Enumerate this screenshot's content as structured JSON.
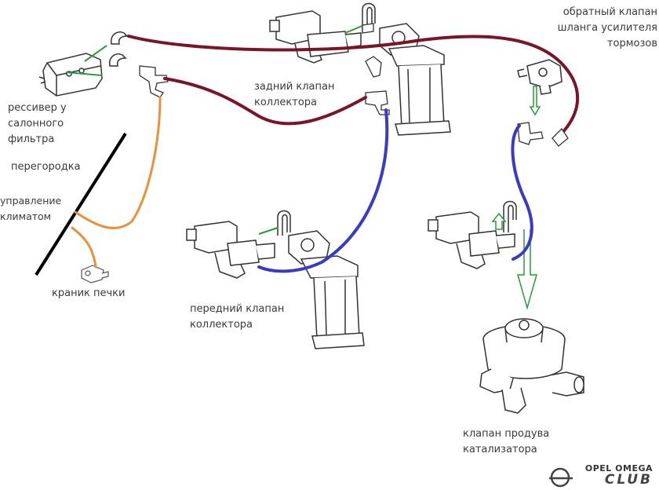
{
  "labels": {
    "receiver": "ресcивер у\nсалонного\nфильтра",
    "partition": "перегородка",
    "climate": "управление\nклиматом",
    "heater_tap": "краник печки",
    "rear_valve": "задний клапан\nколлектора",
    "front_valve": "передний клапан\nколлектора",
    "check_valve": "обратный клапан\nшланга усилителя\nтормозов",
    "catalyst_valve": "клапан продува\nкатализатора"
  },
  "logo": {
    "top": "OPEL OMEGA",
    "main": "CLUB"
  },
  "colors": {
    "hose_red": "#7a1428",
    "hose_blue": "#3a3ac8",
    "hose_orange": "#e8913a",
    "hose_green": "#2a9a3a",
    "outline": "#333333"
  }
}
